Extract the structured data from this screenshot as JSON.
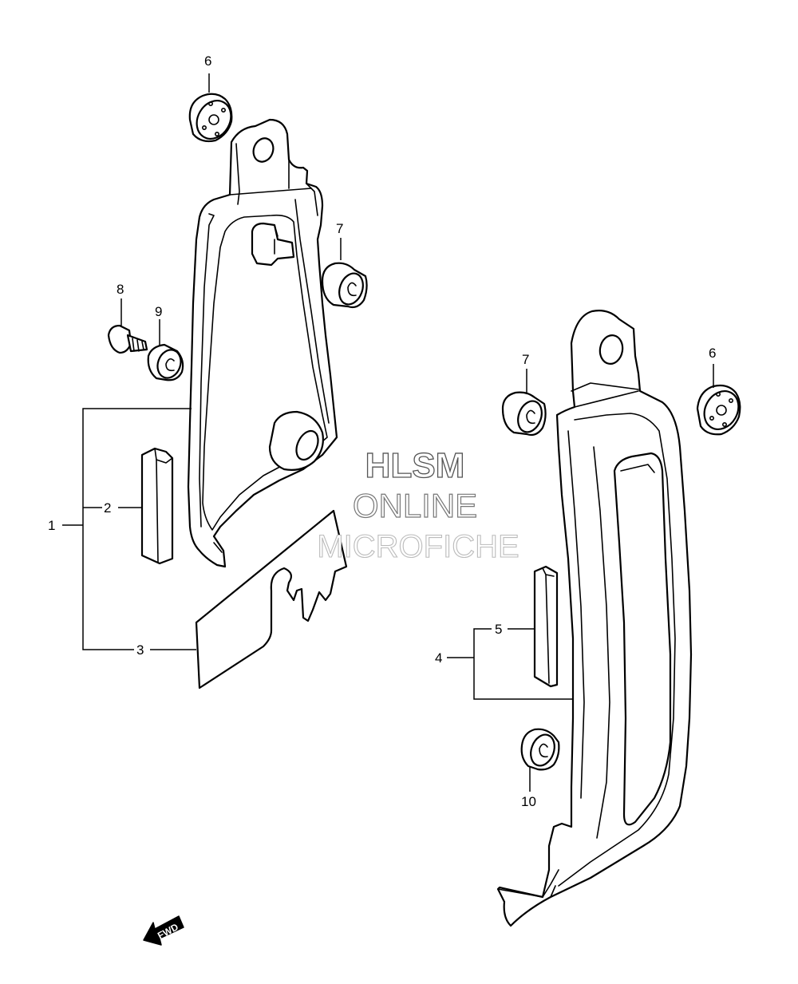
{
  "callouts": {
    "c1": "1",
    "c2": "2",
    "c3": "3",
    "c4": "4",
    "c5": "5",
    "c6a": "6",
    "c6b": "6",
    "c7a": "7",
    "c7b": "7",
    "c8": "8",
    "c9": "9",
    "c10": "10"
  },
  "watermark": {
    "line1": "HLSM",
    "line2": "ONLINE",
    "line3": "MICROFICHE"
  },
  "direction": {
    "label": "FWD"
  }
}
